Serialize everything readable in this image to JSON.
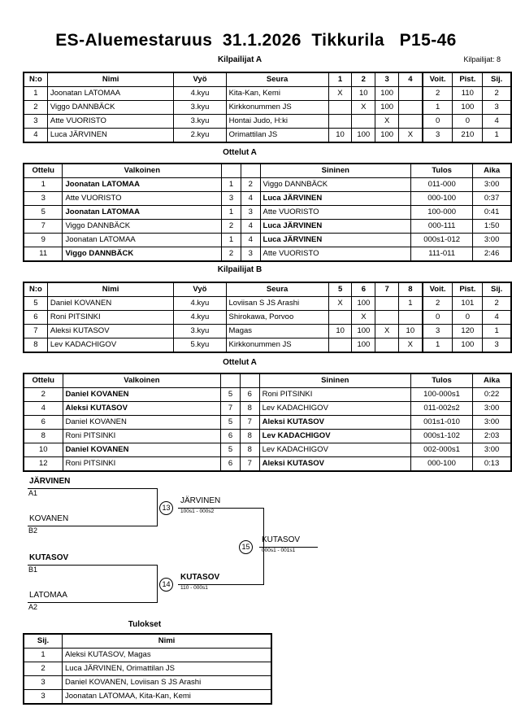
{
  "header": {
    "title": "ES-Aluemestaruus  31.1.2026  Tikkurila   P15-46",
    "entrants_label": "Kilpailijat: 8"
  },
  "captions": {
    "pool_a": "Kilpailijat A",
    "matches_a": "Ottelut A",
    "pool_b": "Kilpailijat B",
    "matches_b": "Ottelut A",
    "results": "Tulokset"
  },
  "pool_table": {
    "headers": [
      "N:o",
      "Nimi",
      "Vyö",
      "Seura",
      "Voit.",
      "Pist.",
      "Sij."
    ]
  },
  "pool_a": {
    "opponent_headers": [
      "1",
      "2",
      "3",
      "4"
    ],
    "rows": [
      {
        "no": "1",
        "name": "Joonatan LATOMAA",
        "belt": "4.kyu",
        "club": "Kita-Kan, Kemi",
        "cells": [
          "X",
          "10",
          "100",
          ""
        ],
        "wins": "2",
        "points": "110",
        "rank": "2"
      },
      {
        "no": "2",
        "name": "Viggo DANNBÄCK",
        "belt": "3.kyu",
        "club": "Kirkkonummen JS",
        "cells": [
          "",
          "X",
          "100",
          ""
        ],
        "wins": "1",
        "points": "100",
        "rank": "3"
      },
      {
        "no": "3",
        "name": "Atte VUORISTO",
        "belt": "3.kyu",
        "club": "Hontai Judo, H:ki",
        "cells": [
          "",
          "",
          "X",
          ""
        ],
        "wins": "0",
        "points": "0",
        "rank": "4"
      },
      {
        "no": "4",
        "name": "Luca JÄRVINEN",
        "belt": "2.kyu",
        "club": "Orimattilan JS",
        "cells": [
          "10",
          "100",
          "100",
          "X"
        ],
        "wins": "3",
        "points": "210",
        "rank": "1"
      }
    ]
  },
  "pool_b": {
    "opponent_headers": [
      "5",
      "6",
      "7",
      "8"
    ],
    "rows": [
      {
        "no": "5",
        "name": "Daniel KOVANEN",
        "belt": "4.kyu",
        "club": "Loviisan S JS Arashi",
        "cells": [
          "X",
          "100",
          "",
          "1"
        ],
        "wins": "2",
        "points": "101",
        "rank": "2"
      },
      {
        "no": "6",
        "name": "Roni PITSINKI",
        "belt": "4.kyu",
        "club": "Shirokawa, Porvoo",
        "cells": [
          "",
          "X",
          "",
          ""
        ],
        "wins": "0",
        "points": "0",
        "rank": "4"
      },
      {
        "no": "7",
        "name": "Aleksi KUTASOV",
        "belt": "3.kyu",
        "club": "Magas",
        "cells": [
          "10",
          "100",
          "X",
          "10"
        ],
        "wins": "3",
        "points": "120",
        "rank": "1"
      },
      {
        "no": "8",
        "name": "Lev KADACHIGOV",
        "belt": "5.kyu",
        "club": "Kirkkonummen JS",
        "cells": [
          "",
          "100",
          "",
          "X"
        ],
        "wins": "1",
        "points": "100",
        "rank": "3"
      }
    ]
  },
  "match_table": {
    "headers": [
      "Ottelu",
      "Valkoinen",
      "Sininen",
      "Tulos",
      "Aika"
    ]
  },
  "matches_a": {
    "rows": [
      {
        "no": "1",
        "white": "Joonatan LATOMAA",
        "white_bold": true,
        "wi": "1",
        "bi": "2",
        "blue": "Viggo DANNBÄCK",
        "blue_bold": false,
        "result": "011-000",
        "time": "3:00"
      },
      {
        "no": "3",
        "white": "Atte VUORISTO",
        "white_bold": false,
        "wi": "3",
        "bi": "4",
        "blue": "Luca JÄRVINEN",
        "blue_bold": true,
        "result": "000-100",
        "time": "0:37"
      },
      {
        "no": "5",
        "white": "Joonatan LATOMAA",
        "white_bold": true,
        "wi": "1",
        "bi": "3",
        "blue": "Atte VUORISTO",
        "blue_bold": false,
        "result": "100-000",
        "time": "0:41"
      },
      {
        "no": "7",
        "white": "Viggo DANNBÄCK",
        "white_bold": false,
        "wi": "2",
        "bi": "4",
        "blue": "Luca JÄRVINEN",
        "blue_bold": true,
        "result": "000-111",
        "time": "1:50"
      },
      {
        "no": "9",
        "white": "Joonatan LATOMAA",
        "white_bold": false,
        "wi": "1",
        "bi": "4",
        "blue": "Luca JÄRVINEN",
        "blue_bold": true,
        "result": "000s1-012",
        "time": "3:00"
      },
      {
        "no": "11",
        "white": "Viggo DANNBÄCK",
        "white_bold": true,
        "wi": "2",
        "bi": "3",
        "blue": "Atte VUORISTO",
        "blue_bold": false,
        "result": "111-011",
        "time": "2:46"
      }
    ]
  },
  "matches_b": {
    "rows": [
      {
        "no": "2",
        "white": "Daniel KOVANEN",
        "white_bold": true,
        "wi": "5",
        "bi": "6",
        "blue": "Roni PITSINKI",
        "blue_bold": false,
        "result": "100-000s1",
        "time": "0:22"
      },
      {
        "no": "4",
        "white": "Aleksi KUTASOV",
        "white_bold": true,
        "wi": "7",
        "bi": "8",
        "blue": "Lev KADACHIGOV",
        "blue_bold": false,
        "result": "011-002s2",
        "time": "3:00"
      },
      {
        "no": "6",
        "white": "Daniel KOVANEN",
        "white_bold": false,
        "wi": "5",
        "bi": "7",
        "blue": "Aleksi KUTASOV",
        "blue_bold": true,
        "result": "001s1-010",
        "time": "3:00"
      },
      {
        "no": "8",
        "white": "Roni PITSINKI",
        "white_bold": false,
        "wi": "6",
        "bi": "8",
        "blue": "Lev KADACHIGOV",
        "blue_bold": true,
        "result": "000s1-102",
        "time": "2:03"
      },
      {
        "no": "10",
        "white": "Daniel KOVANEN",
        "white_bold": true,
        "wi": "5",
        "bi": "8",
        "blue": "Lev KADACHIGOV",
        "blue_bold": false,
        "result": "002-000s1",
        "time": "3:00"
      },
      {
        "no": "12",
        "white": "Roni PITSINKI",
        "white_bold": false,
        "wi": "6",
        "bi": "7",
        "blue": "Aleksi KUTASOV",
        "blue_bold": true,
        "result": "000-100",
        "time": "0:13"
      }
    ]
  },
  "bracket": {
    "entries": [
      {
        "name": "JÄRVINEN",
        "seed": "A1",
        "bold": true
      },
      {
        "name": "KOVANEN",
        "seed": "B2",
        "bold": false
      },
      {
        "name": "KUTASOV",
        "seed": "B1",
        "bold": true
      },
      {
        "name": "LATOMAA",
        "seed": "A2",
        "bold": false
      }
    ],
    "semifinals": [
      {
        "number": "13",
        "winner": "JÄRVINEN",
        "bold": false,
        "score": "100s1 - 000s2"
      },
      {
        "number": "14",
        "winner": "KUTASOV",
        "bold": true,
        "score": "110 - 000s1"
      }
    ],
    "final": {
      "number": "15",
      "winner": "KUTASOV",
      "bold": false,
      "score": "000s1 - 001s1"
    }
  },
  "results": {
    "headers": [
      "Sij.",
      "Nimi"
    ],
    "rows": [
      {
        "rank": "1",
        "name": "Aleksi KUTASOV, Magas"
      },
      {
        "rank": "2",
        "name": "Luca JÄRVINEN, Orimattilan JS"
      },
      {
        "rank": "3",
        "name": "Daniel KOVANEN, Loviisan S JS Arashi"
      },
      {
        "rank": "3",
        "name": "Joonatan LATOMAA, Kita-Kan, Kemi"
      }
    ]
  }
}
